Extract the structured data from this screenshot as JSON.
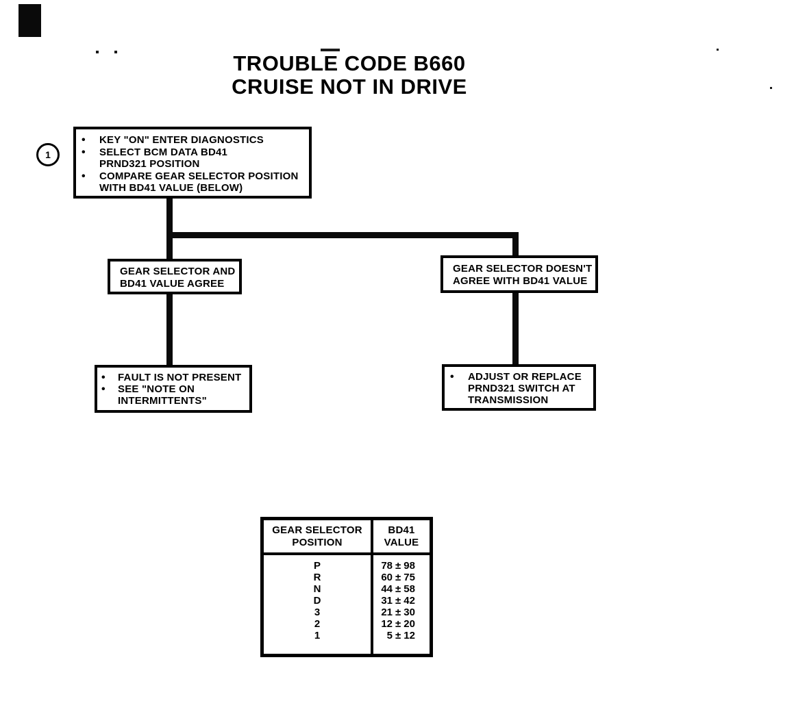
{
  "title": {
    "line1": "TROUBLE CODE B660",
    "line2": "CRUISE NOT IN DRIVE"
  },
  "step_marker": {
    "label": "1"
  },
  "flowchart": {
    "start_box": {
      "lines": [
        {
          "bullet": "•",
          "text": "KEY \"ON\" ENTER DIAGNOSTICS"
        },
        {
          "bullet": "•",
          "text": "SELECT BCM DATA BD41"
        },
        {
          "bullet": "",
          "text": "PRND321 POSITION"
        },
        {
          "bullet": "•",
          "text": "COMPARE GEAR SELECTOR POSITION"
        },
        {
          "bullet": "",
          "text": "WITH BD41 VALUE (BELOW)"
        }
      ]
    },
    "left_branch": {
      "line1": "GEAR SELECTOR AND",
      "line2": "BD41 VALUE AGREE"
    },
    "right_branch": {
      "line1": "GEAR SELECTOR DOESN'T",
      "line2": "AGREE WITH BD41 VALUE"
    },
    "left_outcome": {
      "lines": [
        {
          "bullet": "•",
          "text": "FAULT IS NOT PRESENT"
        },
        {
          "bullet": "•",
          "text": "SEE \"NOTE ON"
        },
        {
          "bullet": "",
          "text": "INTERMITTENTS\""
        }
      ]
    },
    "right_outcome": {
      "lines": [
        {
          "bullet": "•",
          "text": "ADJUST OR REPLACE"
        },
        {
          "bullet": "",
          "text": "PRND321 SWITCH AT"
        },
        {
          "bullet": "",
          "text": "TRANSMISSION"
        }
      ]
    }
  },
  "table": {
    "pm": "±",
    "header": {
      "col1_line1": "GEAR SELECTOR",
      "col1_line2": "POSITION",
      "col2_line1": "BD41",
      "col2_line2": "VALUE"
    },
    "rows": [
      {
        "position": "P",
        "low": "78",
        "high": "98"
      },
      {
        "position": "R",
        "low": "60",
        "high": "75"
      },
      {
        "position": "N",
        "low": "44",
        "high": "58"
      },
      {
        "position": "D",
        "low": "31",
        "high": "42"
      },
      {
        "position": "3",
        "low": "21",
        "high": "30"
      },
      {
        "position": "2",
        "low": "12",
        "high": "20"
      },
      {
        "position": "1",
        "low": "5",
        "high": "12"
      }
    ]
  }
}
